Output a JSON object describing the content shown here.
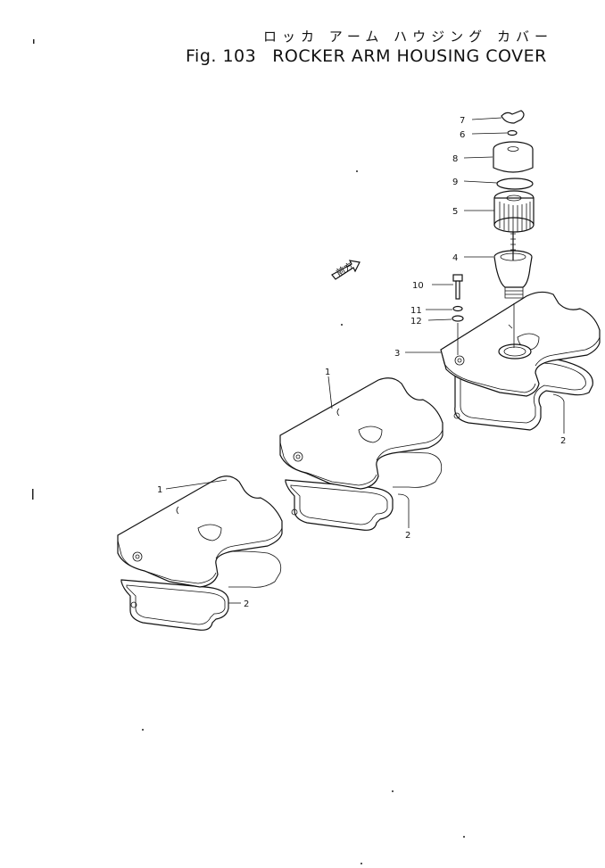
{
  "figure": {
    "title_jp": "ロッカ アーム ハウジング カバー",
    "fig_label": "Fig. 103",
    "title_en": "ROCKER ARM HOUSING COVER"
  },
  "callouts": [
    {
      "id": "c7",
      "label": "7"
    },
    {
      "id": "c6",
      "label": "6"
    },
    {
      "id": "c8",
      "label": "8"
    },
    {
      "id": "c9",
      "label": "9"
    },
    {
      "id": "c5",
      "label": "5"
    },
    {
      "id": "c4",
      "label": "4"
    },
    {
      "id": "c10",
      "label": "10"
    },
    {
      "id": "c11",
      "label": "11"
    },
    {
      "id": "c12",
      "label": "12"
    },
    {
      "id": "c3",
      "label": "3"
    },
    {
      "id": "c1a",
      "label": "1"
    },
    {
      "id": "c1b",
      "label": "1"
    },
    {
      "id": "c2a",
      "label": "2"
    },
    {
      "id": "c2b",
      "label": "2"
    },
    {
      "id": "c2c",
      "label": "2"
    }
  ],
  "direction_mark": "前方"
}
